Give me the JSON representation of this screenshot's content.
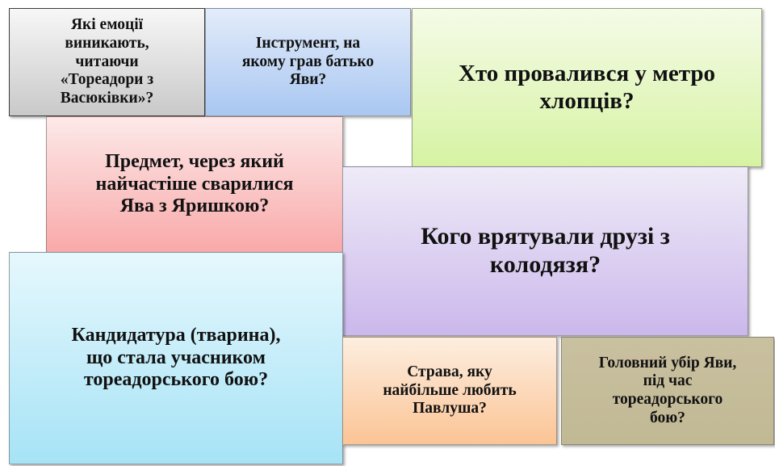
{
  "slide": {
    "cards": [
      {
        "id": "emotions",
        "text": "Які емоції виникають, читаючи «Тореадори з Васюківки»?",
        "lines": [
          "Які емоції",
          "виникають,",
          "читаючи",
          "«Тореадори з",
          "Васюківки»?"
        ],
        "gradient": [
          "#f7f7f7",
          "#c9c9c9"
        ]
      },
      {
        "id": "instrument",
        "text": "Інструмент, на якому грав батько Яви?",
        "lines": [
          "Інструмент, на",
          "якому грав батько",
          "Яви?"
        ],
        "gradient": [
          "#e3ecfa",
          "#a9c7f2"
        ]
      },
      {
        "id": "metro",
        "text": "Хто провалився у метро хлопців?",
        "lines": [
          "Хто провалився у метро",
          "хлопців?"
        ],
        "gradient": [
          "#f5fbe8",
          "#d6f3a2"
        ]
      },
      {
        "id": "object",
        "text": "Предмет, через який найчастіше сварилися Ява з Яришкою?",
        "lines": [
          "Предмет, через який",
          "найчастіше сварилися",
          "Ява з Яришкою?"
        ],
        "gradient": [
          "#fde9e9",
          "#f9a9a9"
        ]
      },
      {
        "id": "well",
        "text": "Кого врятували друзі з колодязя?",
        "lines": [
          "Кого врятували друзі з",
          "колодязя?"
        ],
        "gradient": [
          "#efebf7",
          "#cbb8ec"
        ]
      },
      {
        "id": "animal",
        "text": "Кандидатура (тварина), що стала учасником тореадорського бою?",
        "lines": [
          "Кандидатура (тварина),",
          "що стала учасником",
          "тореадорського бою?"
        ],
        "gradient": [
          "#e6f8fd",
          "#a6e3f6"
        ]
      },
      {
        "id": "dish",
        "text": "Страва, яку найбільше любить Павлуша?",
        "lines": [
          "Страва, яку",
          "найбільше любить",
          "Павлуша?"
        ],
        "gradient": [
          "#fdeee0",
          "#fbc495"
        ]
      },
      {
        "id": "headwear",
        "text": "Головний убір Яви, під час тореадорського бою?",
        "lines": [
          "Головний убір Яви,",
          "під час",
          "тореадорського",
          "бою?"
        ],
        "gradient": [
          "#c9c0a0",
          "#c1b894"
        ]
      }
    ]
  }
}
